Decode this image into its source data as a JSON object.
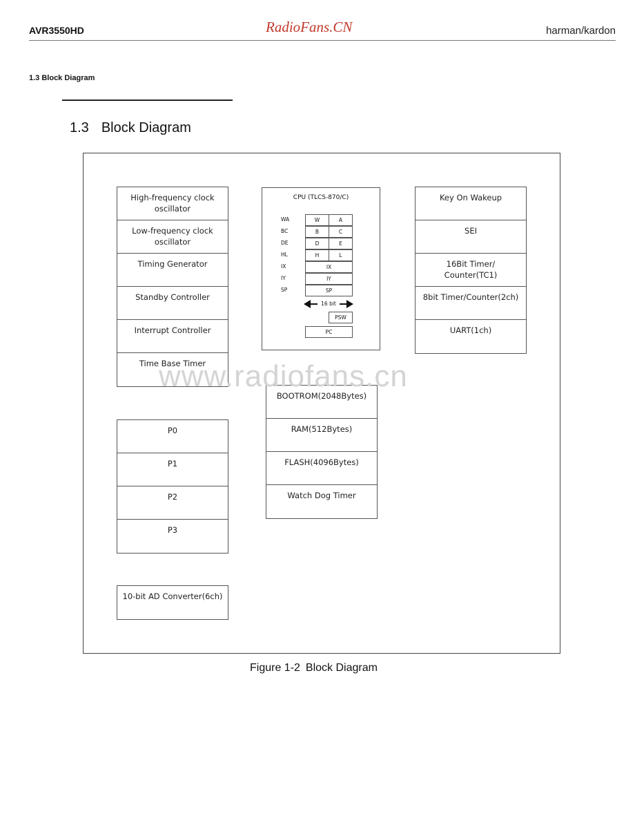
{
  "header": {
    "model": "AVR3550HD",
    "watermark": "RadioFans.CN",
    "brand": "harman/kardon"
  },
  "section": {
    "small_heading": "1.3 Block Diagram",
    "number": "1.3",
    "title": "Block Diagram"
  },
  "diagram": {
    "left_blocks": [
      "High-frequency clock oscillator",
      "Low-frequency clock oscillator",
      "Timing Generator",
      "Standby Controller",
      "Interrupt Controller",
      "Time Base Timer"
    ],
    "ports": [
      "P0",
      "P1",
      "P2",
      "P3"
    ],
    "adc": "10-bit AD Converter(6ch)",
    "right_blocks": [
      "Key On Wakeup",
      "SEI",
      "16Bit Timer/ Counter(TC1)",
      "8bit Timer/Counter(2ch)",
      "UART(1ch)"
    ],
    "memory_blocks": [
      "BOOTROM(2048Bytes)",
      "RAM(512Bytes)",
      "FLASH(4096Bytes)",
      "Watch Dog Timer"
    ],
    "cpu": {
      "title": "CPU (TLCS-870/C)",
      "register_labels": [
        "WA",
        "BC",
        "DE",
        "HL",
        "IX",
        "IY",
        "SP"
      ],
      "register_pairs": [
        [
          "W",
          "A"
        ],
        [
          "B",
          "C"
        ],
        [
          "D",
          "E"
        ],
        [
          "H",
          "L"
        ]
      ],
      "wide_registers": [
        "IX",
        "IY",
        "SP"
      ],
      "bit_width": "16 bit",
      "psw": "PSW",
      "pc": "PC"
    }
  },
  "watermark_text": "www.radiofans.cn",
  "caption": {
    "figure": "Figure 1-2",
    "title": "Block Diagram"
  }
}
